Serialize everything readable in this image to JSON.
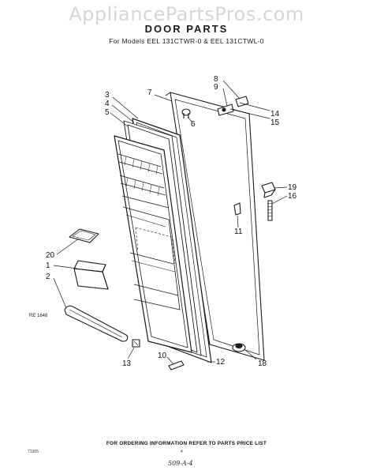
{
  "watermark": "AppliancePartsPros.com",
  "title": "DOOR PARTS",
  "subtitle": "For Models EEL 131CTWR-0 & EEL 131CTWL-0",
  "callouts": [
    {
      "id": "3",
      "label": "3"
    },
    {
      "id": "4",
      "label": "4"
    },
    {
      "id": "5",
      "label": "5"
    },
    {
      "id": "7",
      "label": "7"
    },
    {
      "id": "6",
      "label": "6"
    },
    {
      "id": "8",
      "label": "8"
    },
    {
      "id": "9",
      "label": "9"
    },
    {
      "id": "14",
      "label": "14"
    },
    {
      "id": "15",
      "label": "15"
    },
    {
      "id": "19",
      "label": "19"
    },
    {
      "id": "16",
      "label": "16"
    },
    {
      "id": "11",
      "label": "11"
    },
    {
      "id": "20",
      "label": "20"
    },
    {
      "id": "1",
      "label": "1"
    },
    {
      "id": "2",
      "label": "2"
    },
    {
      "id": "13",
      "label": "13"
    },
    {
      "id": "10",
      "label": "10"
    },
    {
      "id": "12",
      "label": "12"
    },
    {
      "id": "18",
      "label": "18"
    }
  ],
  "drawing_code": "RE 1648",
  "footer_note": "FOR ORDERING INFORMATION REFER TO PARTS PRICE LIST",
  "page_code": "71365",
  "page_number": "4",
  "handwritten_note": "509-A-4"
}
